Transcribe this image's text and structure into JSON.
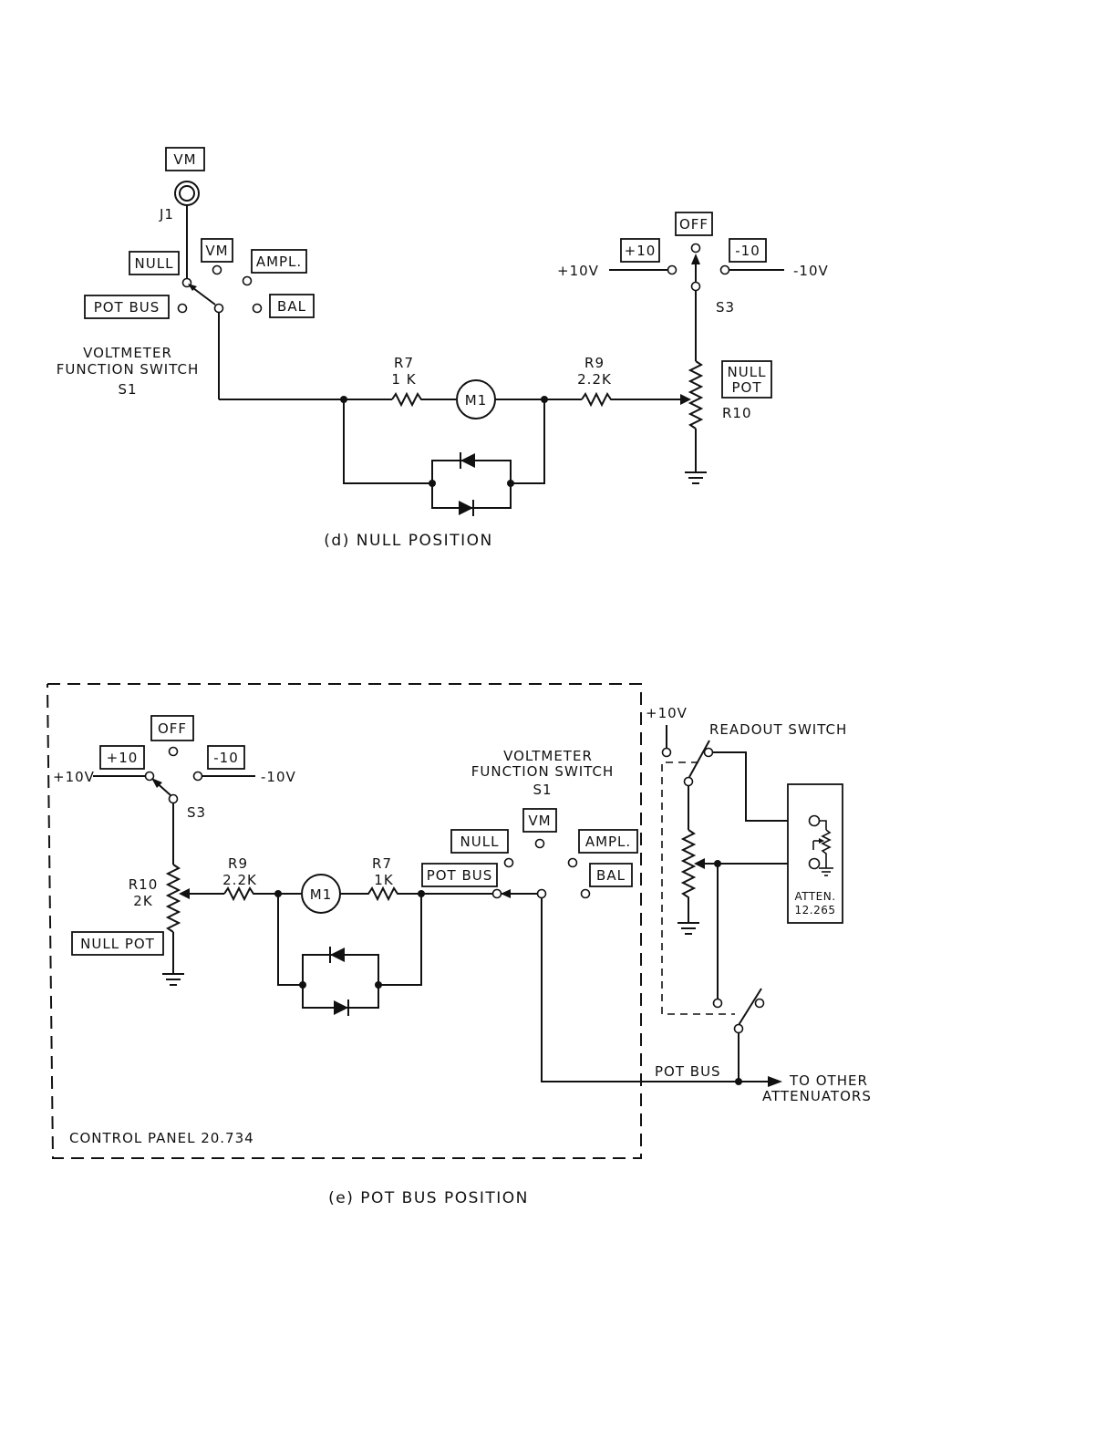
{
  "figure_d": {
    "caption": "(d)  NULL  POSITION",
    "jack": {
      "label": "VM",
      "ref": "J1"
    },
    "s1": {
      "title_line1": "VOLTMETER",
      "title_line2": "FUNCTION SWITCH",
      "ref": "S1",
      "positions": [
        "NULL",
        "VM",
        "AMPL.",
        "POT BUS",
        "BAL"
      ]
    },
    "s3": {
      "ref": "S3",
      "positions": [
        "OFF",
        "+10",
        "-10"
      ],
      "supply_pos": "+10V",
      "supply_neg": "-10V"
    },
    "r7": {
      "ref": "R7",
      "value": "1 K"
    },
    "meter": "M1",
    "r9": {
      "ref": "R9",
      "value": "2.2K"
    },
    "null_pot": {
      "line1": "NULL",
      "line2": "POT",
      "ref": "R10"
    }
  },
  "figure_e": {
    "caption": "(e)  POT  BUS  POSITION",
    "s3": {
      "ref": "S3",
      "positions": [
        "OFF",
        "+10",
        "-10"
      ],
      "supply_pos": "+10V",
      "supply_neg": "-10V"
    },
    "r10": {
      "ref": "R10",
      "value": "2K",
      "box": "NULL POT"
    },
    "r9": {
      "ref": "R9",
      "value": "2.2K"
    },
    "meter": "M1",
    "r7": {
      "ref": "R7",
      "value": "1K"
    },
    "s1": {
      "title_line1": "VOLTMETER",
      "title_line2": "FUNCTION SWITCH",
      "ref": "S1",
      "positions": [
        "VM",
        "NULL",
        "AMPL.",
        "POT BUS",
        "BAL"
      ]
    },
    "panel_label": "CONTROL  PANEL   20.734",
    "supply_ext": "+10V",
    "readout_switch": "READOUT  SWITCH",
    "atten": {
      "line1": "ATTEN.",
      "line2": "12.265"
    },
    "pot_bus": "POT BUS",
    "to_other_line1": "TO  OTHER",
    "to_other_line2": "ATTENUATORS"
  }
}
